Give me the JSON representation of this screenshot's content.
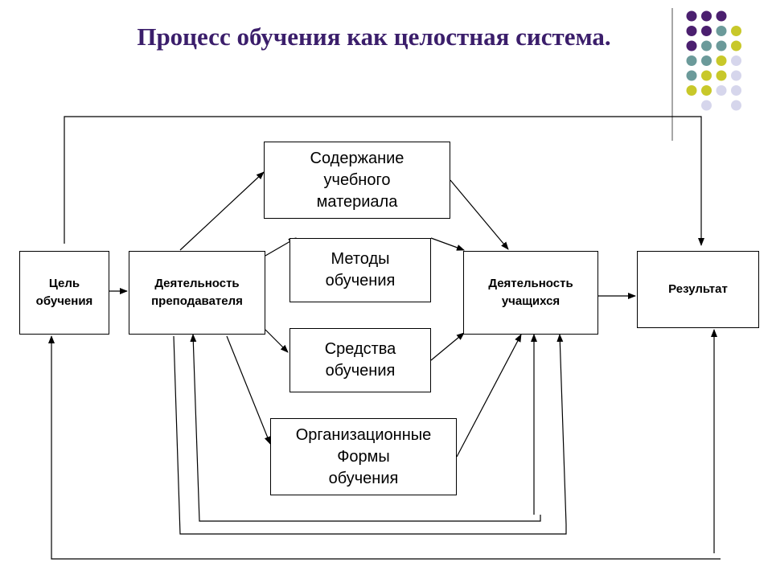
{
  "title": "Процесс обучения как целостная система.",
  "colors": {
    "title": "#3b1e6b",
    "dot_purple": "#4b1f6f",
    "dot_teal": "#6b9a9a",
    "dot_olive": "#c8c82a",
    "dot_lavender": "#d6d6ec"
  },
  "boxes": {
    "goal": "Цель\nобучения",
    "teacher": "Деятельность\nпреподавателя",
    "content": "Содержание\nучебного\nматериала",
    "methods": "Методы\nобучения",
    "means": "Средства\nобучения",
    "forms": "Организационные\nФормы\nобучения",
    "students": "Деятельность\nучащихся",
    "result": "Результат"
  }
}
